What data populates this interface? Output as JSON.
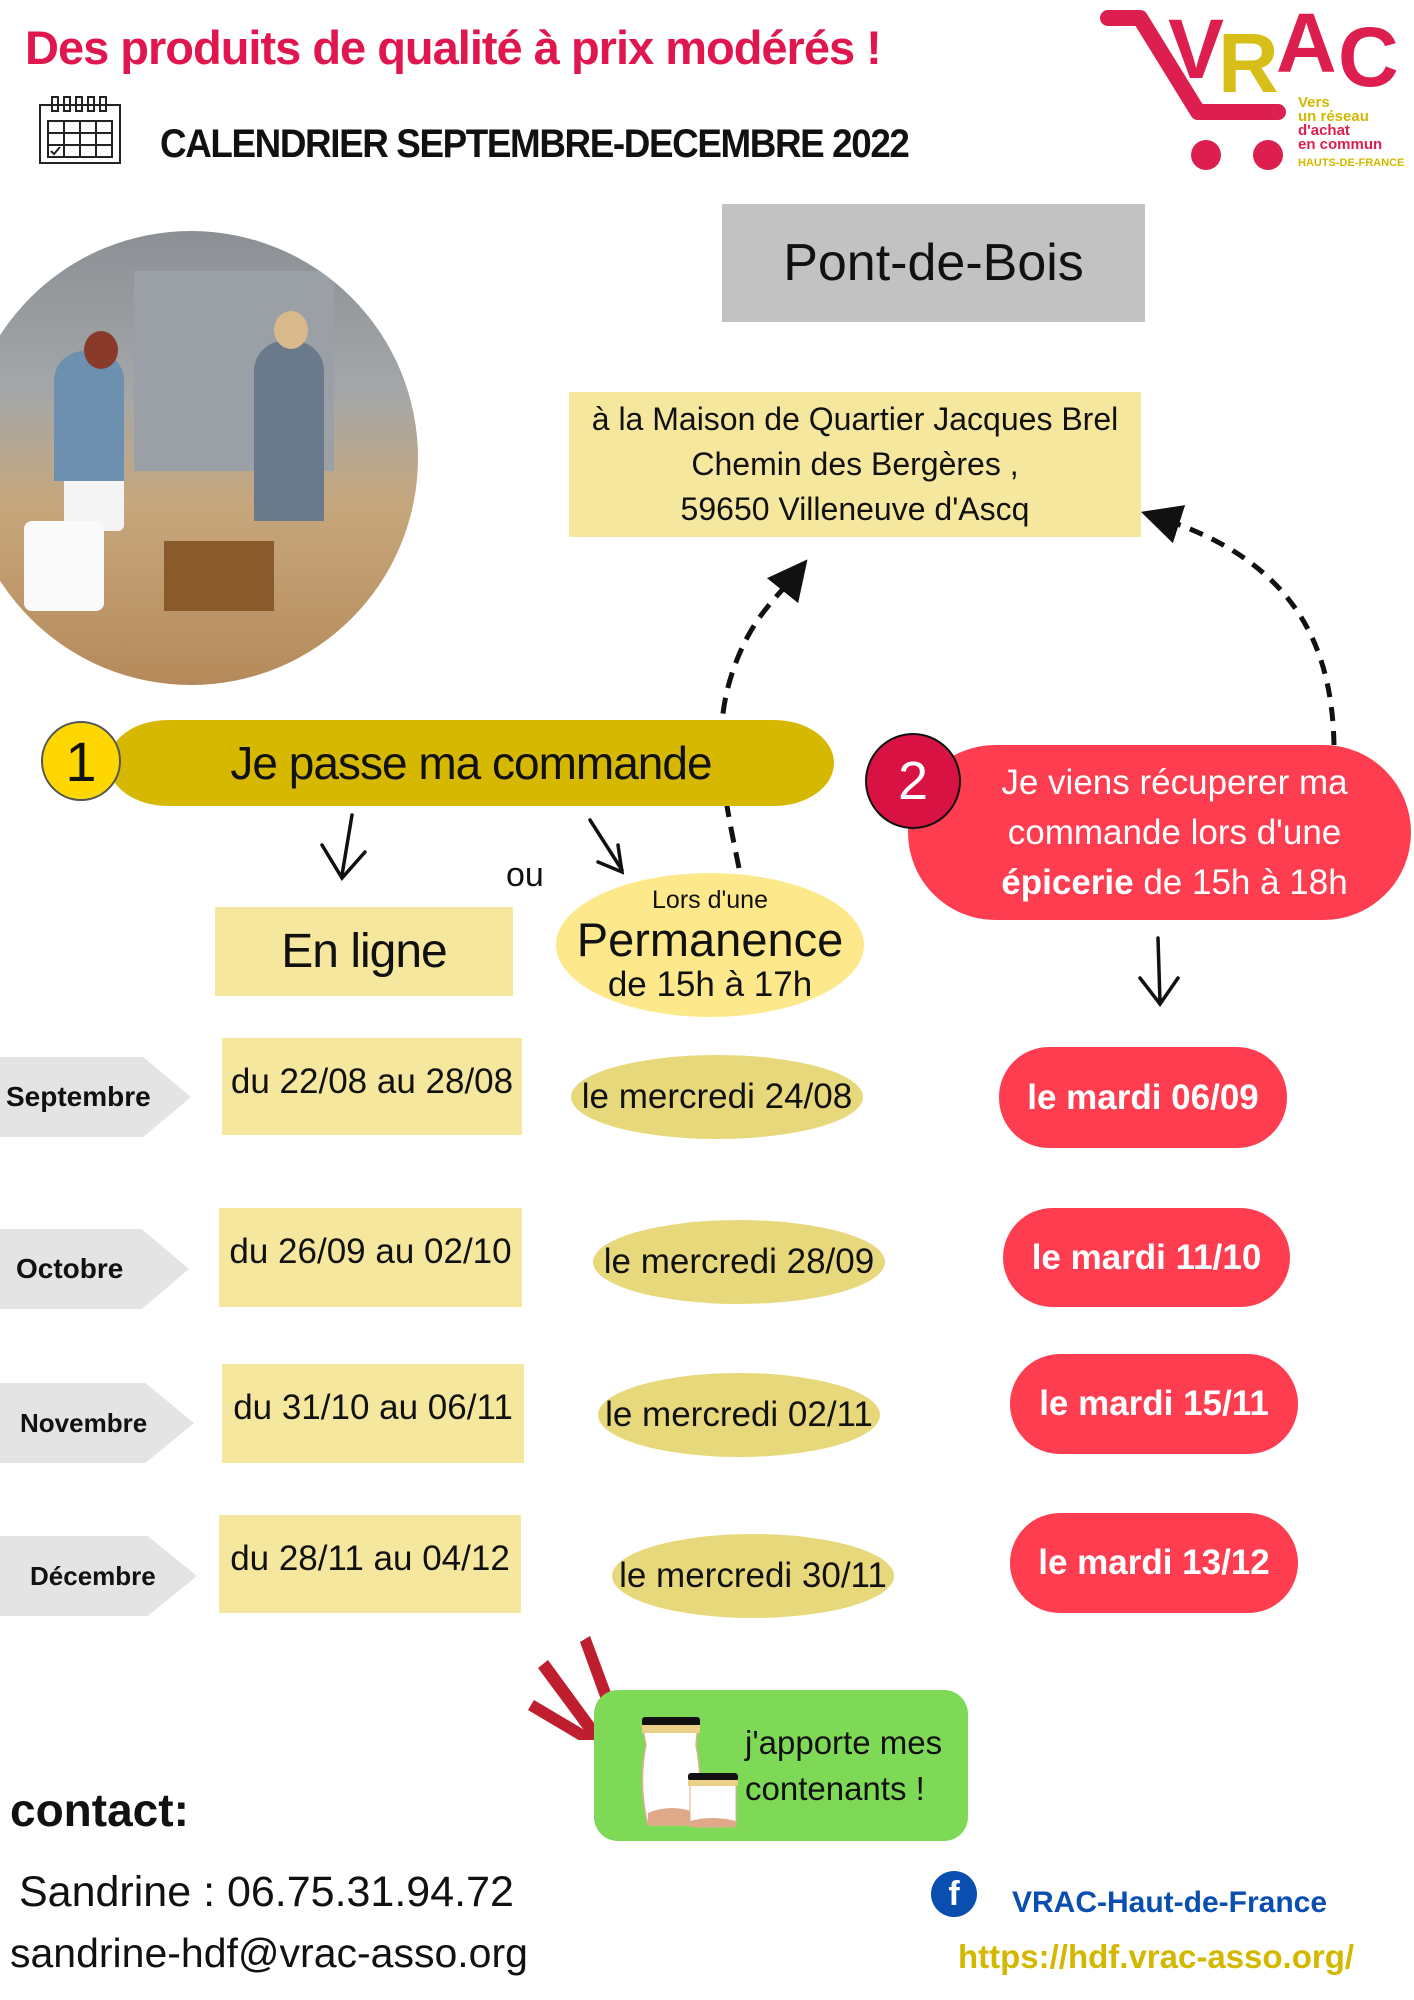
{
  "header": {
    "title": "Des produits de qualité à prix modérés !",
    "subtitle": "CALENDRIER SEPTEMBRE-DECEMBRE 2022",
    "calendar_icon": "calendar-icon"
  },
  "logo": {
    "name": "VRAC",
    "tagline_lines": [
      "Vers",
      "un réseau",
      "d'achat",
      "en commun"
    ],
    "region": "HAUTS-DE-FRANCE"
  },
  "location": {
    "name": "Pont-de-Bois",
    "address_lines": [
      "à la Maison de Quartier Jacques Brel",
      "Chemin des Bergères ,",
      "59650 Villeneuve d'Ascq"
    ]
  },
  "step1": {
    "number": "1",
    "label": "Je passe ma commande",
    "or_label": "ou",
    "online_label": "En ligne",
    "permanence": {
      "prefix": "Lors d'une",
      "title": "Permanence",
      "hours": "de 15h à 17h"
    }
  },
  "step2": {
    "number": "2",
    "line1": "Je viens récuperer ma",
    "line2": "commande lors d'une",
    "bold": "épicerie",
    "hours": " de 15h à 18h"
  },
  "schedule": [
    {
      "month": "Septembre",
      "online": "du 22/08 au 28/08",
      "permanence": "le mercredi 24/08",
      "pickup": "le mardi 06/09"
    },
    {
      "month": "Octobre",
      "online": "du 26/09 au 02/10",
      "permanence": "le mercredi 28/09",
      "pickup": "le mardi 11/10"
    },
    {
      "month": "Novembre",
      "online": "du 31/10 au 06/11",
      "permanence": "le mercredi 02/11",
      "pickup": "le mardi 15/11"
    },
    {
      "month": "Décembre",
      "online": "du 28/11 au 04/12",
      "permanence": "le mercredi 30/11",
      "pickup": "le mardi 13/12"
    }
  ],
  "containers": {
    "line1": "j'apporte mes",
    "line2": "contenants !"
  },
  "contact": {
    "heading": "contact:",
    "phone_line": "Sandrine : 06.75.31.94.72",
    "email": "sandrine-hdf@vrac-asso.org"
  },
  "social": {
    "facebook_glyph": "f",
    "facebook_name": "VRAC-Haut-de-France",
    "website": "https://hdf.vrac-asso.org/"
  },
  "colors": {
    "accent_red": "#e0174f",
    "pickup_red": "#ff3d50",
    "yellow": "#f5e79e",
    "mustard": "#d6b800",
    "green": "#7ed957",
    "facebook_blue": "#0a4fb0"
  }
}
